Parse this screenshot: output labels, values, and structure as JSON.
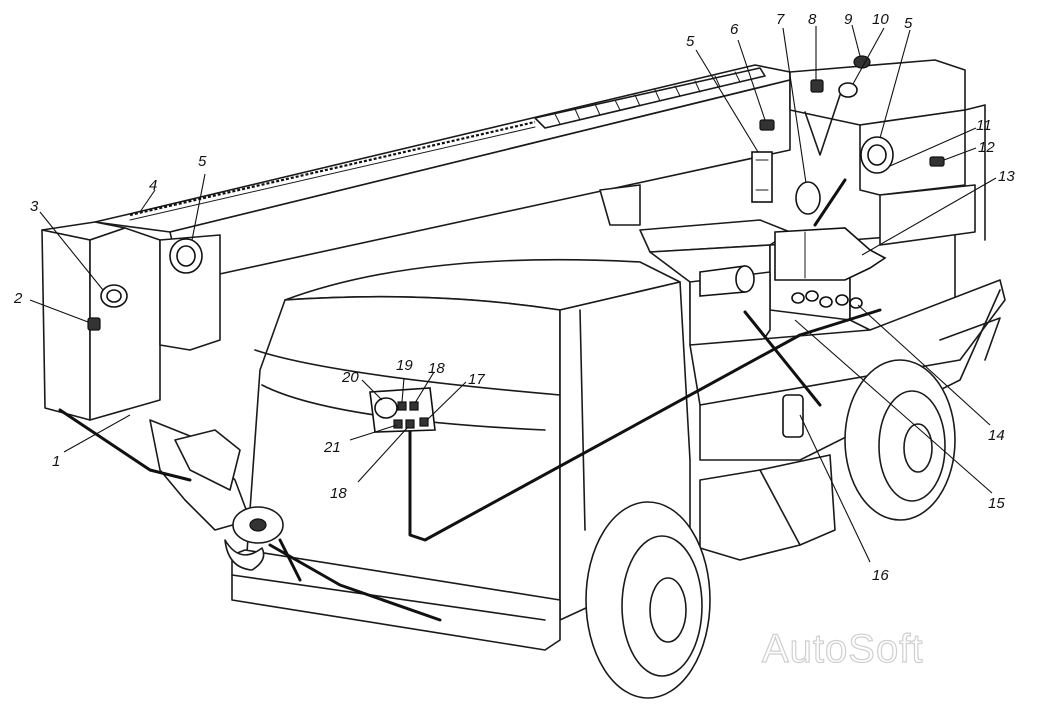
{
  "callouts": [
    {
      "id": "c1",
      "label": "1"
    },
    {
      "id": "c2",
      "label": "2"
    },
    {
      "id": "c3",
      "label": "3"
    },
    {
      "id": "c4",
      "label": "4"
    },
    {
      "id": "c5a",
      "label": "5"
    },
    {
      "id": "c5b",
      "label": "5"
    },
    {
      "id": "c5c",
      "label": "5"
    },
    {
      "id": "c6",
      "label": "6"
    },
    {
      "id": "c7",
      "label": "7"
    },
    {
      "id": "c8",
      "label": "8"
    },
    {
      "id": "c9",
      "label": "9"
    },
    {
      "id": "c10",
      "label": "10"
    },
    {
      "id": "c11",
      "label": "11"
    },
    {
      "id": "c12",
      "label": "12"
    },
    {
      "id": "c13",
      "label": "13"
    },
    {
      "id": "c14",
      "label": "14"
    },
    {
      "id": "c15",
      "label": "15"
    },
    {
      "id": "c16",
      "label": "16"
    },
    {
      "id": "c17",
      "label": "17"
    },
    {
      "id": "c18a",
      "label": "18"
    },
    {
      "id": "c18b",
      "label": "18"
    },
    {
      "id": "c19",
      "label": "19"
    },
    {
      "id": "c20",
      "label": "20"
    },
    {
      "id": "c21",
      "label": "21"
    }
  ],
  "watermark": "AutoSoft",
  "colors": {
    "ink": "#1a1a1a",
    "watermark": "#cfcfcf",
    "background": "#ffffff"
  }
}
